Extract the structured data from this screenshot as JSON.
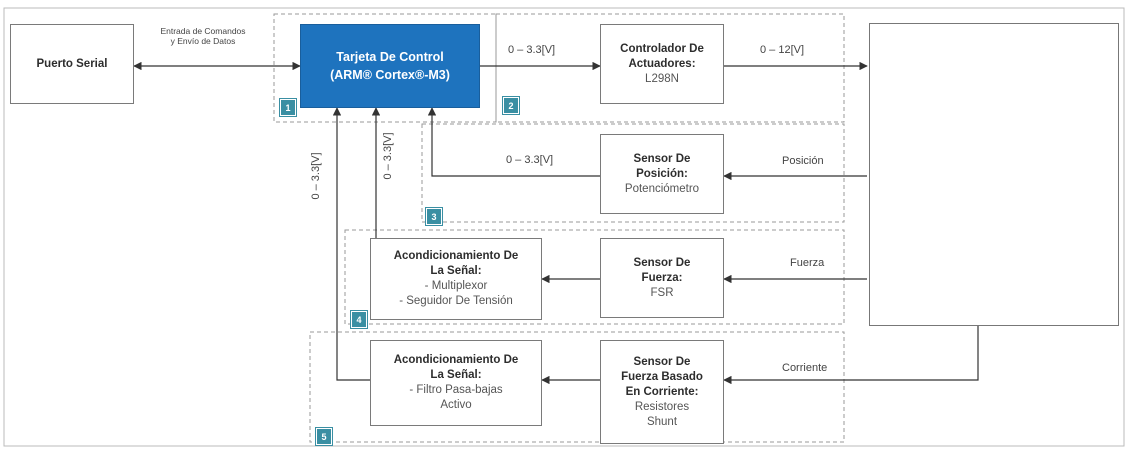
{
  "colors": {
    "control_board": "#1e73be",
    "badge": "#3a8fa3",
    "finger_red": "#c0141e",
    "arrow": "#333333",
    "dashed": "#9a9a9a"
  },
  "blocks": {
    "serial": {
      "title": "Puerto Serial"
    },
    "serial_label": {
      "line1": "Entrada de Comandos",
      "line2": "y Envío de Datos"
    },
    "control": {
      "line1": "Tarjeta De Control",
      "line2": "(ARM® Cortex®-M3)"
    },
    "actuator_ctrl": {
      "title1": "Controlador De",
      "title2": "Actuadores:",
      "sub": "L298N"
    },
    "pos_sensor": {
      "title1": "Sensor De",
      "title2": "Posición:",
      "sub": "Potenciómetro"
    },
    "force_sensor": {
      "title1": "Sensor De",
      "title2": "Fuerza:",
      "sub": "FSR"
    },
    "current_sensor": {
      "title1": "Sensor De",
      "title2": "Fuerza Basado",
      "title3": "En Corriente:",
      "sub1": "Resistores",
      "sub2": "Shunt"
    },
    "cond1": {
      "title1": "Acondicionamiento De",
      "title2": "La Señal:",
      "sub1": "- Multiplexor",
      "sub2": "- Seguidor De Tensión"
    },
    "cond2": {
      "title1": "Acondicionamiento De",
      "title2": "La Señal:",
      "sub1": "- Filtro Pasa-bajas",
      "sub2": "Activo"
    }
  },
  "signal_labels": {
    "ctrl_to_actuator": "0 – 3.3[V]",
    "actuator_to_hand": "0 – 12[V]",
    "pos_to_ctrl": "0 – 3.3[V]",
    "hand_position": "Posición",
    "hand_force": "Fuerza",
    "hand_current": "Corriente",
    "vertical_1": "0 – 3.3[V]",
    "vertical_2": "0 – 3.3[V]"
  },
  "badges": [
    "1",
    "2",
    "3",
    "4",
    "5"
  ]
}
